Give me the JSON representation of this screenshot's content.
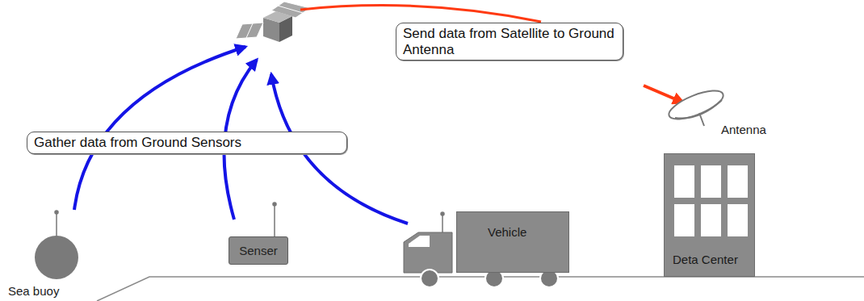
{
  "diagram": {
    "nodes": [
      {
        "text": [
          "Send data from Satellite to Ground Antenna"
        ]
      },
      {
        "text": [
          "Gather data from Ground Sensors"
        ]
      },
      {
        "text": [
          "Deta Center"
        ]
      },
      {
        "text": [
          "Sea buoy"
        ]
      },
      {
        "text": [
          "Senser"
        ]
      },
      {
        "text": [
          "Vehicle"
        ]
      }
    ],
    "labels": [
      "Antenna"
    ]
  }
}
